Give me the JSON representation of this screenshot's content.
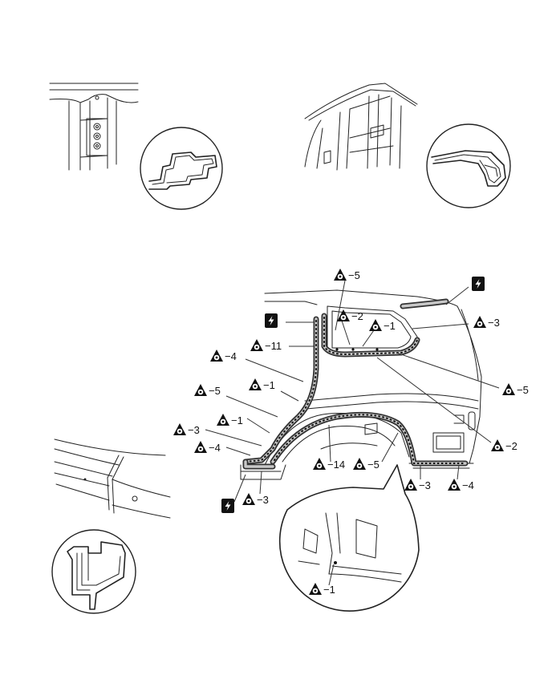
{
  "callouts": [
    {
      "id": "c-5-top",
      "label": "−5"
    },
    {
      "id": "c-2-top",
      "label": "−2"
    },
    {
      "id": "c-1-top",
      "label": "−1"
    },
    {
      "id": "c-3-right",
      "label": "−3"
    },
    {
      "id": "c-11",
      "label": "−11"
    },
    {
      "id": "c-4-left",
      "label": "−4"
    },
    {
      "id": "c-1-mid",
      "label": "−1"
    },
    {
      "id": "c-5-right",
      "label": "−5"
    },
    {
      "id": "c-5-left",
      "label": "−5"
    },
    {
      "id": "c-1-left",
      "label": "−1"
    },
    {
      "id": "c-3-left",
      "label": "−3"
    },
    {
      "id": "c-4-low",
      "label": "−4"
    },
    {
      "id": "c-2-right",
      "label": "−2"
    },
    {
      "id": "c-14",
      "label": "−14"
    },
    {
      "id": "c-5-bottom",
      "label": "−5"
    },
    {
      "id": "c-3-bottom",
      "label": "−3"
    },
    {
      "id": "c-4-bottom",
      "label": "−4"
    },
    {
      "id": "c-3-corner",
      "label": "−3"
    },
    {
      "id": "c-1-detail",
      "label": "−1"
    }
  ],
  "symbols": {
    "weld_icon": "spot-weld-triangle-icon",
    "brazing_icon": "lightning-bolt-icon"
  }
}
